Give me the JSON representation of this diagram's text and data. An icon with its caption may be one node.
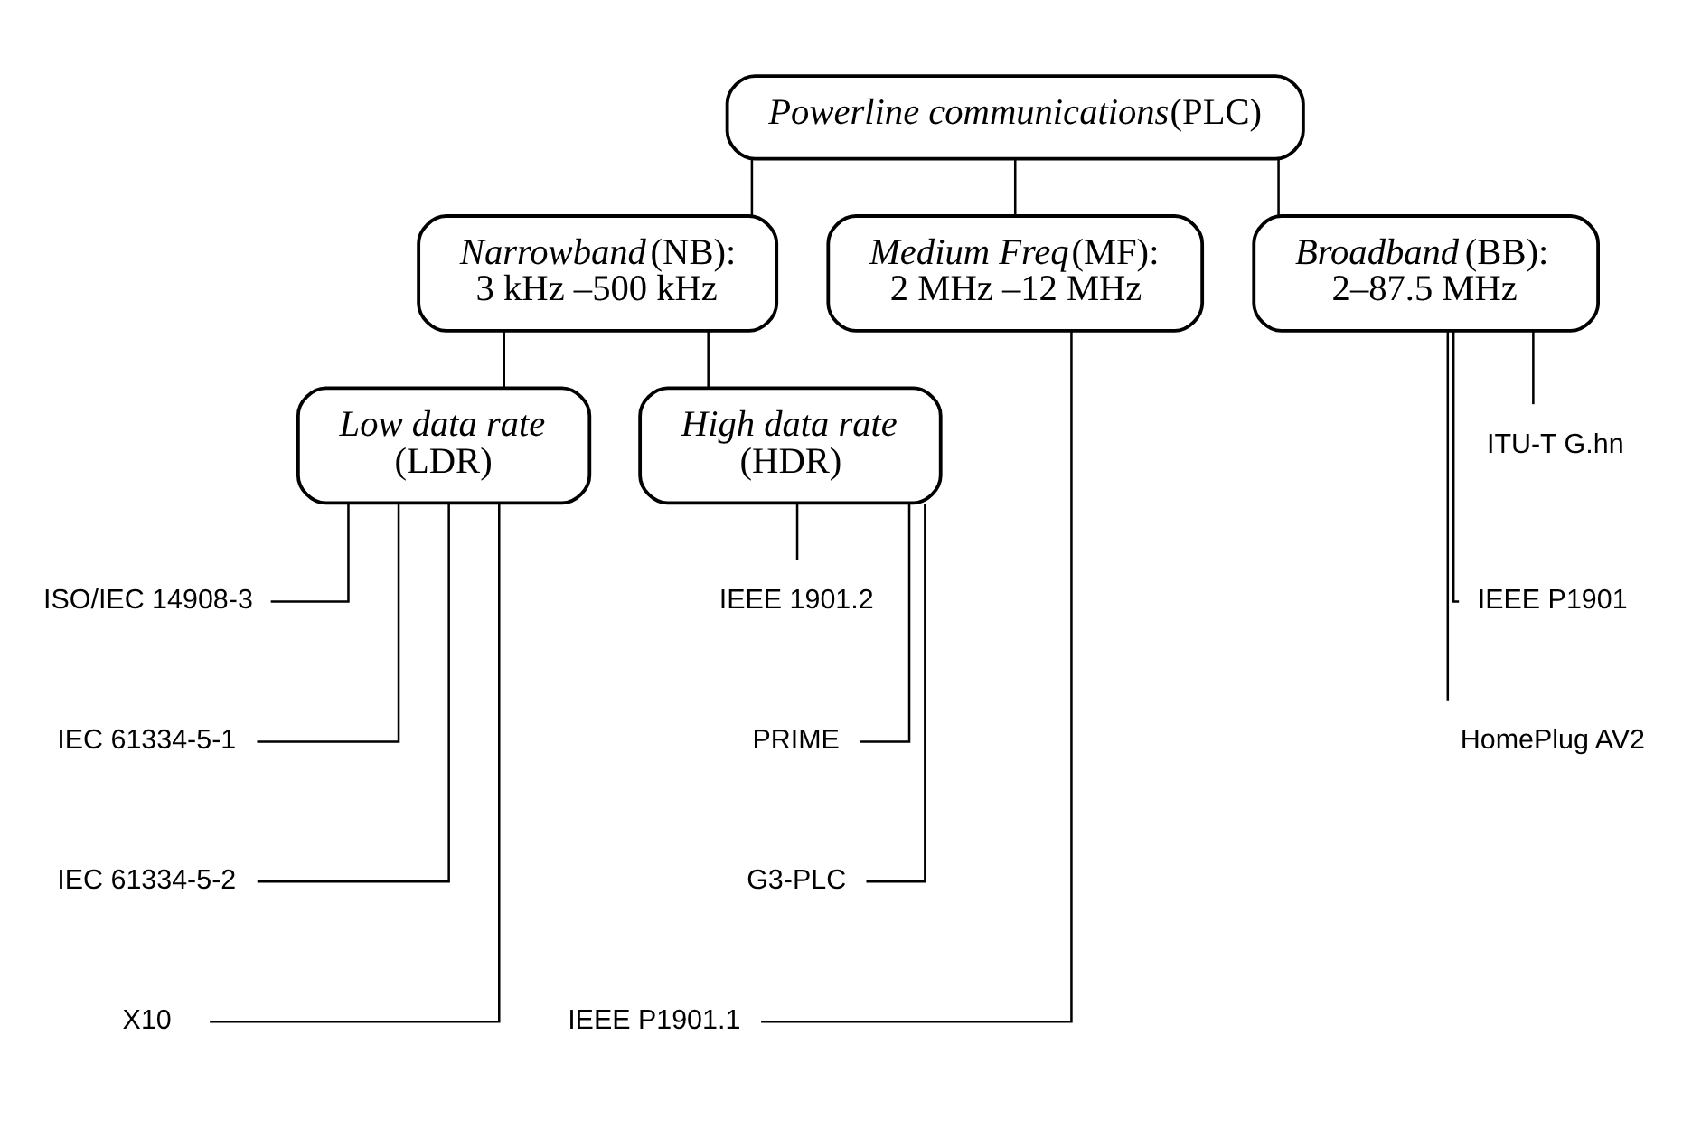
{
  "diagram": {
    "nodes": [
      {
        "text": [
          "*Powerline communications*(PLC)"
        ]
      },
      {
        "text": [
          "*Narrowband*(NB):",
          "3 kHz –500 kHz"
        ]
      },
      {
        "text": [
          "*Medium Freq*(MF):",
          "2 MHz –12 MHz"
        ]
      },
      {
        "text": [
          "*Broadband* (BB):",
          "2–87.5 MHz"
        ]
      },
      {
        "text": [
          "*Low data rate*",
          "(LDR)"
        ]
      },
      {
        "text": [
          "*High data rate*",
          "(HDR)"
        ]
      },
      {
        "text": [
          "ISO/IEC 14908-3"
        ]
      },
      {
        "text": [
          "IEC 61334-5-1"
        ]
      },
      {
        "text": [
          "IEC 61334-5-2"
        ]
      },
      {
        "text": [
          "X10"
        ]
      },
      {
        "text": [
          "IEEE 1901.2"
        ]
      },
      {
        "text": [
          "PRIME"
        ]
      },
      {
        "text": [
          "G3-PLC"
        ]
      },
      {
        "text": [
          "IEEE P1901.1"
        ]
      },
      {
        "text": [
          "ITU-T G.hn"
        ]
      },
      {
        "text": [
          "IEEE P1901"
        ]
      },
      {
        "text": [
          "HomePlug AV2"
        ]
      }
    ],
    "edges": [
      {
        "from": 0,
        "to": 1,
        "arrow": "none"
      },
      {
        "from": 0,
        "to": 2,
        "arrow": "none"
      },
      {
        "from": 0,
        "to": 3,
        "arrow": "none"
      },
      {
        "from": 1,
        "to": 4,
        "arrow": "none"
      },
      {
        "from": 1,
        "to": 5,
        "arrow": "none"
      },
      {
        "from": 4,
        "to": 6,
        "arrow": "none"
      },
      {
        "from": 4,
        "to": 7,
        "arrow": "none"
      },
      {
        "from": 4,
        "to": 8,
        "arrow": "none"
      },
      {
        "from": 4,
        "to": 9,
        "arrow": "none"
      },
      {
        "from": 5,
        "to": 10,
        "arrow": "none"
      },
      {
        "from": 5,
        "to": 11,
        "arrow": "none"
      },
      {
        "from": 5,
        "to": 12,
        "arrow": "none"
      },
      {
        "from": 2,
        "to": 13,
        "arrow": "none"
      },
      {
        "from": 3,
        "to": 14,
        "arrow": "none"
      },
      {
        "from": 3,
        "to": 15,
        "arrow": "none"
      },
      {
        "from": 3,
        "to": 16,
        "arrow": "none"
      }
    ]
  }
}
